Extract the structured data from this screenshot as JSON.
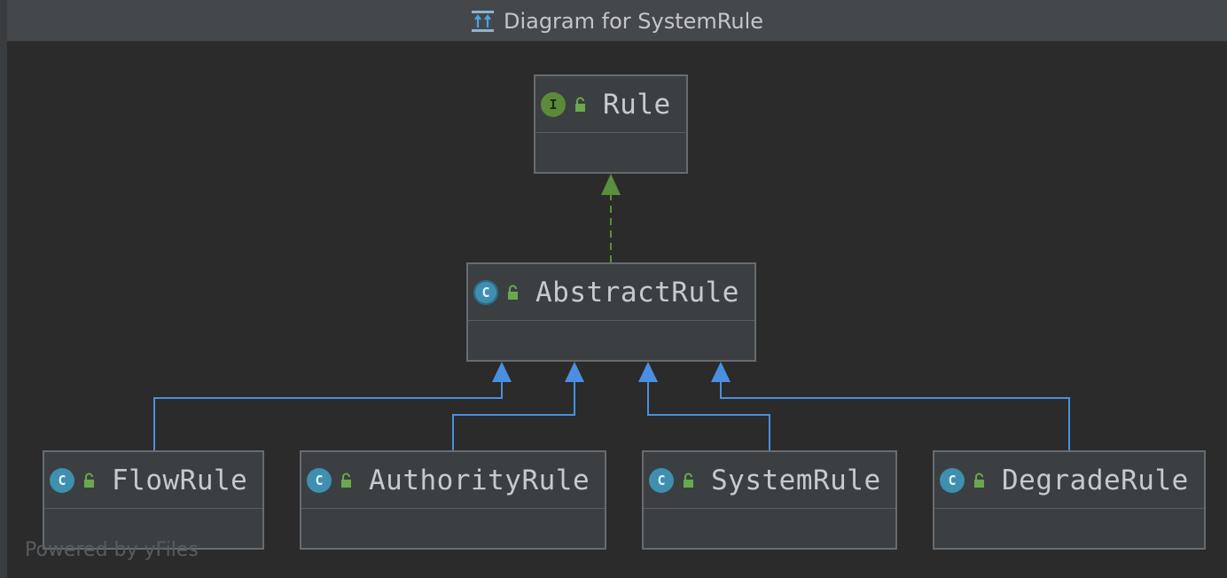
{
  "window": {
    "title": "Diagram for SystemRule",
    "title_icon": "class-diagram-icon"
  },
  "nodes": {
    "rule": {
      "name": "Rule",
      "kind": "interface",
      "kind_letter": "I"
    },
    "abstract_rule": {
      "name": "AbstractRule",
      "kind": "abstract-class",
      "kind_letter": "C"
    },
    "flow_rule": {
      "name": "FlowRule",
      "kind": "class",
      "kind_letter": "C"
    },
    "authority_rule": {
      "name": "AuthorityRule",
      "kind": "class",
      "kind_letter": "C"
    },
    "system_rule": {
      "name": "SystemRule",
      "kind": "class",
      "kind_letter": "C"
    },
    "degrade_rule": {
      "name": "DegradeRule",
      "kind": "class",
      "kind_letter": "C"
    }
  },
  "edges": [
    {
      "from": "AbstractRule",
      "to": "Rule",
      "type": "implements",
      "color": "#5a8f3c",
      "style": "dashed"
    },
    {
      "from": "FlowRule",
      "to": "AbstractRule",
      "type": "extends",
      "color": "#4a8fe0",
      "style": "solid"
    },
    {
      "from": "AuthorityRule",
      "to": "AbstractRule",
      "type": "extends",
      "color": "#4a8fe0",
      "style": "solid"
    },
    {
      "from": "SystemRule",
      "to": "AbstractRule",
      "type": "extends",
      "color": "#4a8fe0",
      "style": "solid"
    },
    {
      "from": "DegradeRule",
      "to": "AbstractRule",
      "type": "extends",
      "color": "#4a8fe0",
      "style": "solid"
    }
  ],
  "footer": {
    "watermark": "Powered by yFiles"
  },
  "colors": {
    "background": "#2b2b2b",
    "node_fill": "#3c3f41",
    "implements_edge": "#5a8f3c",
    "extends_edge": "#4a8fe0",
    "interface_badge": "#5c8a3a",
    "class_badge": "#3e8fb0"
  }
}
